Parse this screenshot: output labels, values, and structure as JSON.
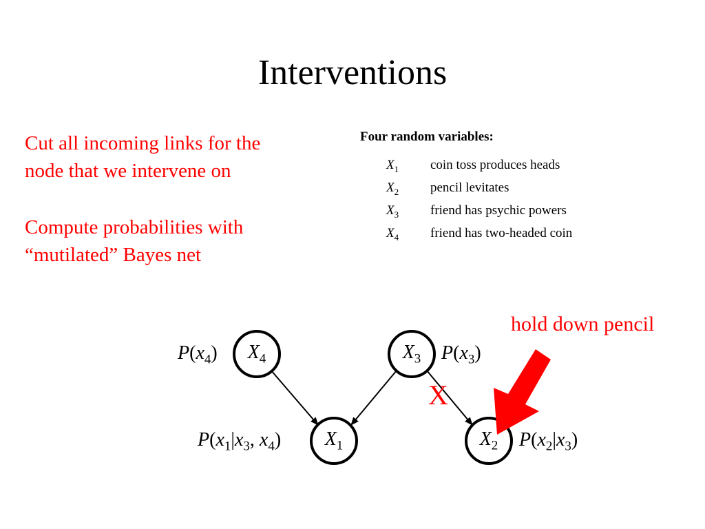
{
  "title": "Interventions",
  "notes": {
    "line1a": "Cut all incoming links for the",
    "line1b": "node that we intervene on",
    "line2a": "Compute probabilities with",
    "line2b": "“mutilated” Bayes net"
  },
  "variables": {
    "heading": "Four random variables:",
    "items": [
      {
        "symbol": "X",
        "index": "1",
        "description": "coin toss produces heads"
      },
      {
        "symbol": "X",
        "index": "2",
        "description": "pencil levitates"
      },
      {
        "symbol": "X",
        "index": "3",
        "description": "friend has psychic powers"
      },
      {
        "symbol": "X",
        "index": "4",
        "description": "friend has two-headed coin"
      }
    ]
  },
  "diagram": {
    "nodes": [
      {
        "id": "X4",
        "symbol": "X",
        "index": "4"
      },
      {
        "id": "X3",
        "symbol": "X",
        "index": "3"
      },
      {
        "id": "X1",
        "symbol": "X",
        "index": "1"
      },
      {
        "id": "X2",
        "symbol": "X",
        "index": "2"
      }
    ],
    "edges": [
      {
        "from": "X4",
        "to": "X1",
        "cut": false
      },
      {
        "from": "X3",
        "to": "X1",
        "cut": false
      },
      {
        "from": "X3",
        "to": "X2",
        "cut": true
      }
    ],
    "labels": {
      "p_x4": {
        "P": "P",
        "open": "(",
        "x": "x",
        "sub": "4",
        "close": ")"
      },
      "p_x3": {
        "P": "P",
        "open": "(",
        "x": "x",
        "sub": "3",
        "close": ")"
      },
      "p_x1": {
        "P": "P",
        "open": "(",
        "x": "x",
        "sub1": "1",
        "bar": "|",
        "x2": "x",
        "sub2": "3",
        "comma": ", ",
        "x3": "x",
        "sub3": "4",
        "close": ")"
      },
      "p_x2": {
        "P": "P",
        "open": "(",
        "x": "x",
        "sub1": "2",
        "bar": "|",
        "x2": "x",
        "sub2": "3",
        "close": ")"
      }
    },
    "cut_mark": "X",
    "intervention_label": "hold down pencil",
    "accent_color": "#ff0000"
  }
}
